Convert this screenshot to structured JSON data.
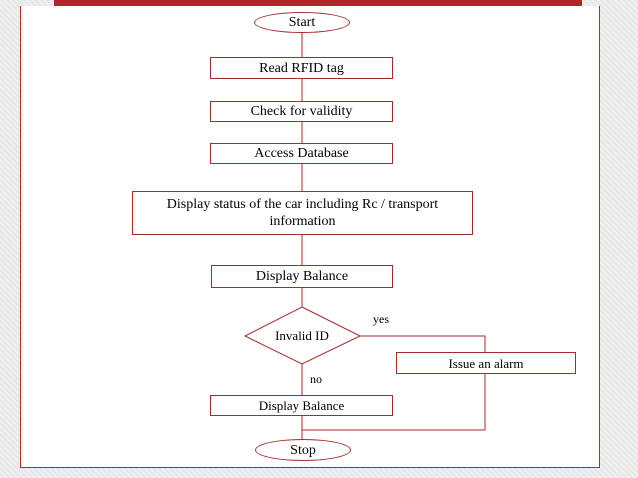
{
  "flowchart": {
    "start_label": "Start",
    "read_rfid_label": "Read RFID tag",
    "check_validity_label": "Check for validity",
    "access_db_label": "Access Database",
    "display_status_label": "Display status of the car including Rc / transport information",
    "display_balance_1_label": "Display Balance",
    "invalid_id_label": "Invalid ID",
    "yes_label": "yes",
    "no_label": "no",
    "issue_alarm_label": "Issue an alarm",
    "display_balance_2_label": "Display Balance",
    "stop_label": "Stop"
  },
  "colors": {
    "accent": "#b5242a",
    "border": "#a52a2a"
  }
}
